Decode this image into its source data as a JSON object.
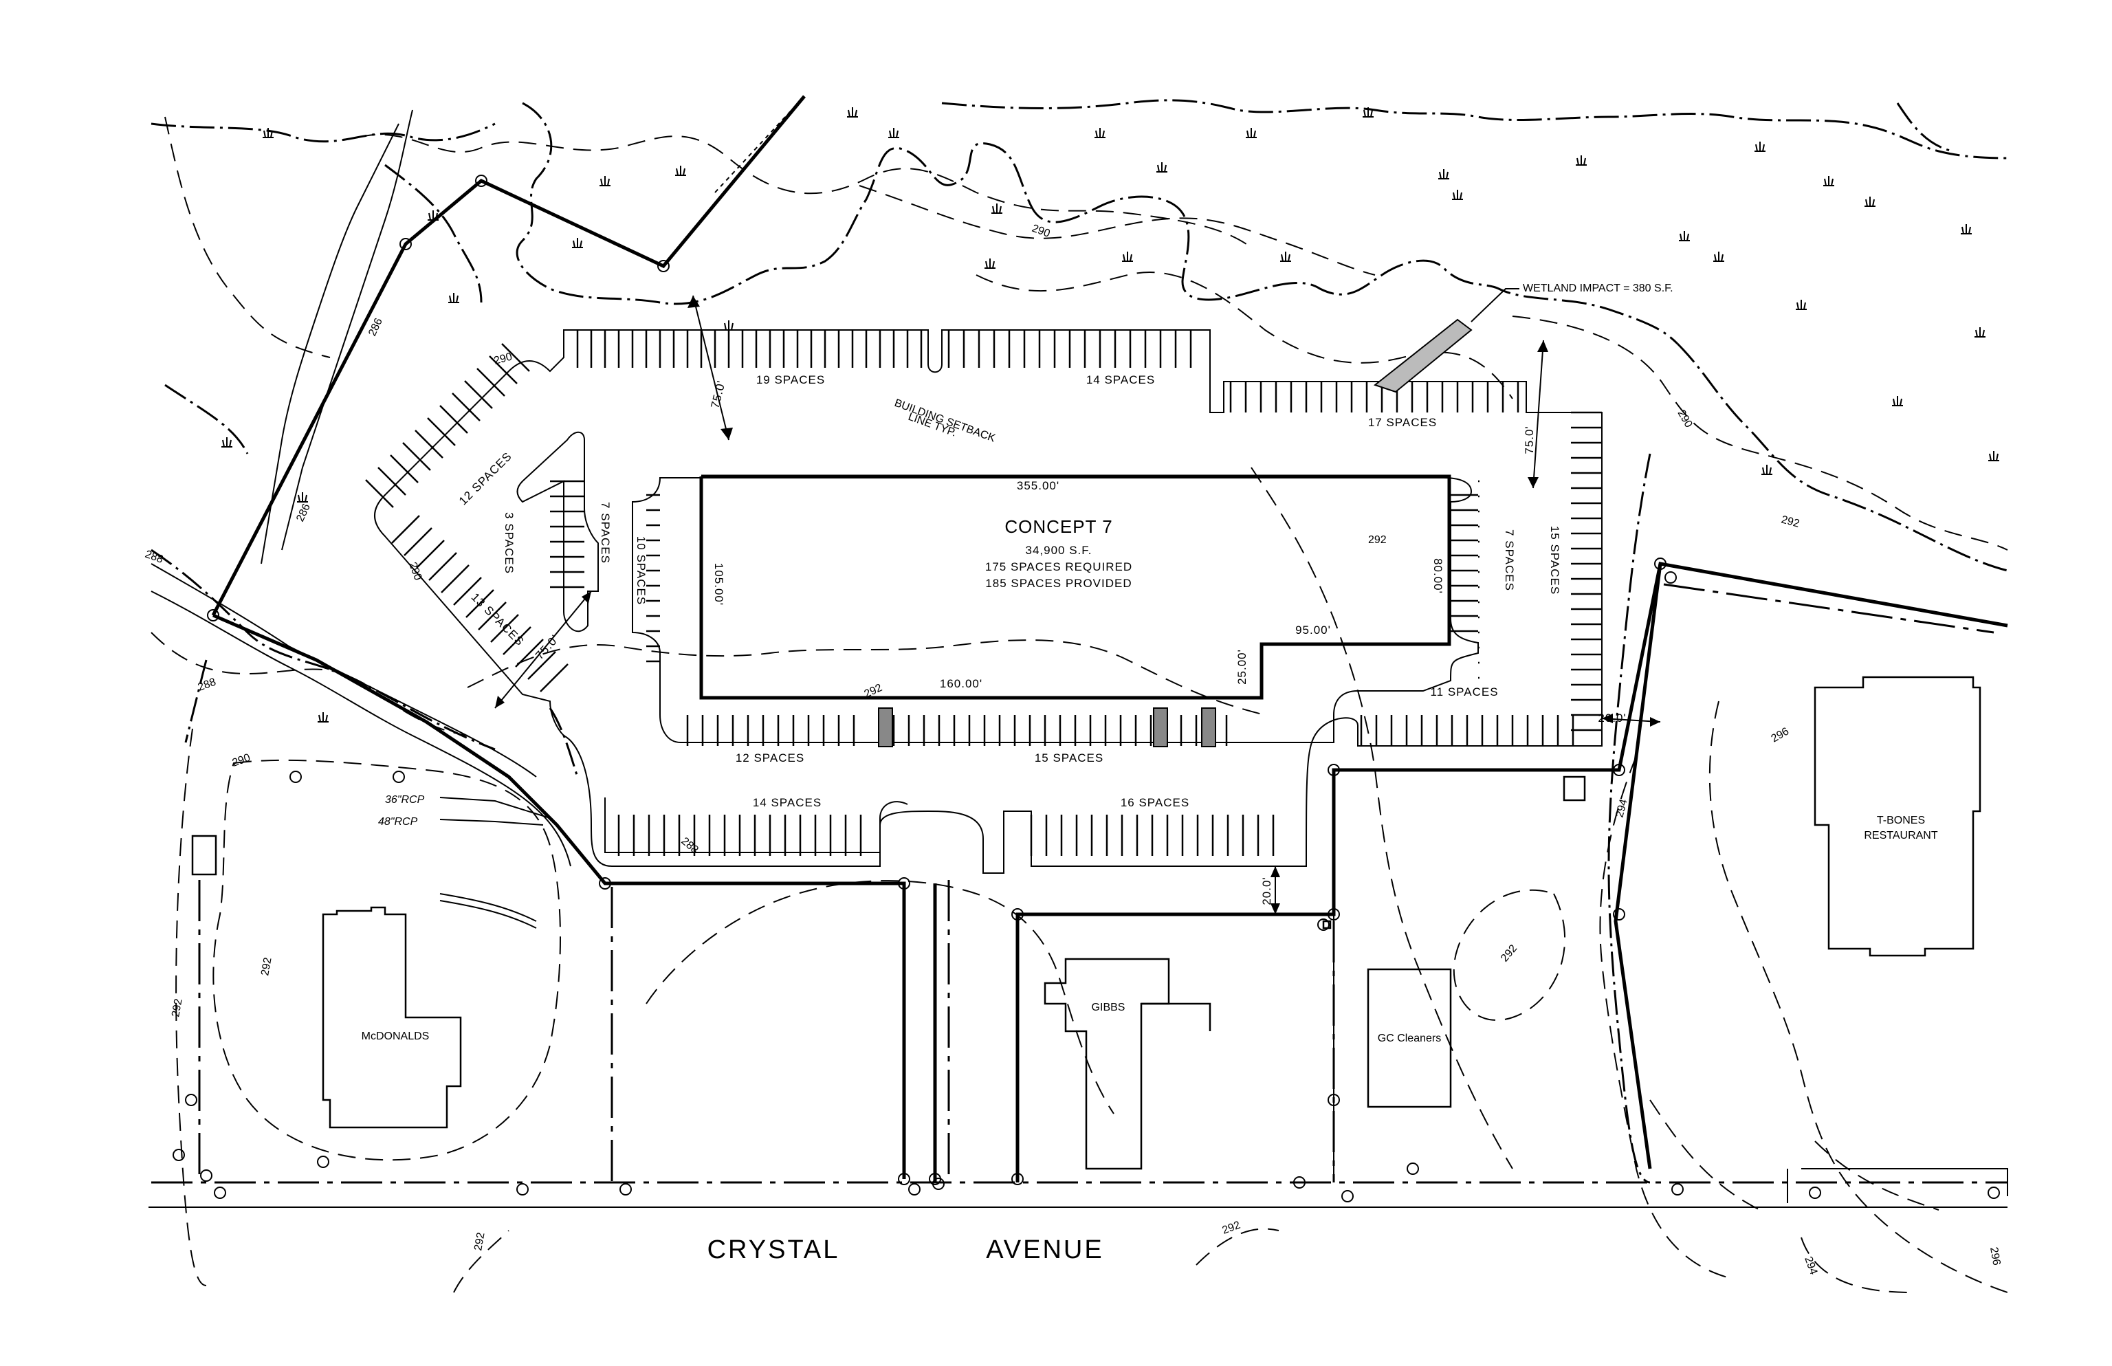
{
  "project": {
    "title": "CONCEPT 7",
    "area": "34,900 S.F.",
    "spaces_required": "175 SPACES REQUIRED",
    "spaces_provided": "185 SPACES PROVIDED"
  },
  "parking_labels": {
    "p19": "19 SPACES",
    "p14_top": "14 SPACES",
    "p17": "17 SPACES",
    "p12_diag": "12 SPACES",
    "p3": "3 SPACES",
    "p7_left": "7 SPACES",
    "p10": "10 SPACES",
    "p13": "13 SPACES",
    "p7_right": "7 SPACES",
    "p15_right": "15 SPACES",
    "p11": "11 SPACES",
    "p12_bottom": "12 SPACES",
    "p15_bottom": "15 SPACES",
    "p14_bottom": "14 SPACES",
    "p16": "16 SPACES"
  },
  "dimensions": {
    "top": "355.00'",
    "left": "105.00'",
    "right": "80.00'",
    "bottom": "160.00'",
    "step_h": "95.00'",
    "step_v": "25.00'",
    "setback_top": "75.0'",
    "setback_right": "75.0'",
    "setback_diag": "75.0'",
    "side_right": "20.0'",
    "side_bottom": "20.0'"
  },
  "annotations": {
    "wetland": "WETLAND IMPACT = 380 S.F.",
    "setback_line1": "BUILDING SETBACK",
    "setback_line2": "LINE  TYP.",
    "pipe_36": "36\"RCP",
    "pipe_48": "48\"RCP"
  },
  "contours": {
    "c290_a": "290",
    "c290_b": "290",
    "c290_c": "290",
    "c290_d": "290",
    "c288_a": "288",
    "c288_b": "288",
    "c288_c": "288",
    "c286_a": "286",
    "c286_b": "286",
    "c290_e": "290",
    "c292_a": "292",
    "c292_b": "292",
    "c292_c": "292",
    "c292_d": "292",
    "c292_e": "292",
    "c292_f": "292",
    "c292_g": "292",
    "c292_h": "292",
    "c294_a": "294",
    "c294_b": "294",
    "c296_a": "296",
    "c296_b": "296"
  },
  "neighbors": {
    "mcdonalds": "McDONALDS",
    "gibbs": "GIBBS",
    "cleaners": "GC Cleaners",
    "tbones_1": "T-BONES",
    "tbones_2": "RESTAURANT"
  },
  "street": {
    "word1": "CRYSTAL",
    "word2": "AVENUE"
  }
}
